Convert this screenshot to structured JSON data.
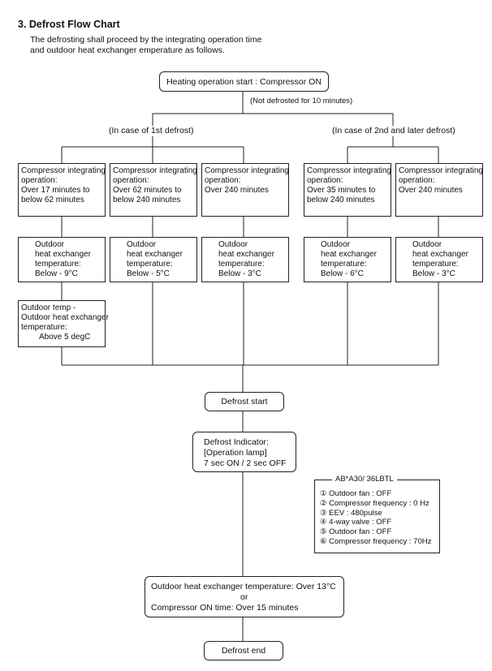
{
  "header": {
    "title": "3. Defrost Flow Chart",
    "intro_lines": [
      "The defrosting shall proceed by the integrating operation time",
      "and outdoor heat exchanger emperature as follows."
    ]
  },
  "flow": {
    "start": "Heating operation start : Compressor ON",
    "not_defrosted": "(Not defrosted for 10 minutes)",
    "first_case": "(In case of 1st defrost)",
    "later_case": "(In case of 2nd and later defrost)",
    "conditions": [
      {
        "lines": [
          "Compressor integrating",
          "operation:",
          "Over 17 minutes to",
          "below 62 minutes"
        ]
      },
      {
        "lines": [
          "Compressor integrating",
          "operation:",
          "Over 62 minutes to",
          "below 240 minutes"
        ]
      },
      {
        "lines": [
          "Compressor integrating",
          "operation:",
          "Over 240 minutes"
        ]
      },
      {
        "lines": [
          "Compressor integrating",
          "operation:",
          "Over 35 minutes to",
          "below 240 minutes"
        ]
      },
      {
        "lines": [
          "Compressor integrating",
          "operation:",
          "Over 240 minutes"
        ]
      }
    ],
    "temperatures": [
      {
        "lines": [
          "Outdoor",
          "heat exchanger",
          "temperature:",
          "Below - 9°C"
        ]
      },
      {
        "lines": [
          "Outdoor",
          "heat exchanger",
          "temperature:",
          "Below - 5°C"
        ]
      },
      {
        "lines": [
          "Outdoor",
          "heat exchanger",
          "temperature:",
          "Below - 3°C"
        ]
      },
      {
        "lines": [
          "Outdoor",
          "heat exchanger",
          "temperature:",
          "Below - 6°C"
        ]
      },
      {
        "lines": [
          "Outdoor",
          "heat exchanger",
          "temperature:",
          "Below - 3°C"
        ]
      }
    ],
    "special": {
      "lines": [
        "Outdoor temp -",
        "Outdoor heat exchanger",
        "temperature:",
        "Above 5 degC"
      ]
    },
    "defrost_start": "Defrost start",
    "indicator": {
      "lines": [
        "Defrost Indicator:",
        "[Operation lamp]",
        "7 sec ON / 2 sec OFF"
      ]
    },
    "model_panel": {
      "title": "AB*A30/ 36LBTL",
      "items": [
        "① Outdoor fan : OFF",
        "② Compressor frequency : 0 Hz",
        "③ EEV : 480pulse",
        "④ 4-way valve : OFF",
        "⑤ Outdoor fan : OFF",
        "⑥ Compressor frequency : 70Hz"
      ]
    },
    "end_condition": {
      "lines": [
        "Outdoor heat exchanger temperature: Over 13°C",
        "or",
        "Compressor ON time: Over 15 minutes"
      ]
    },
    "defrost_end": "Defrost end"
  }
}
